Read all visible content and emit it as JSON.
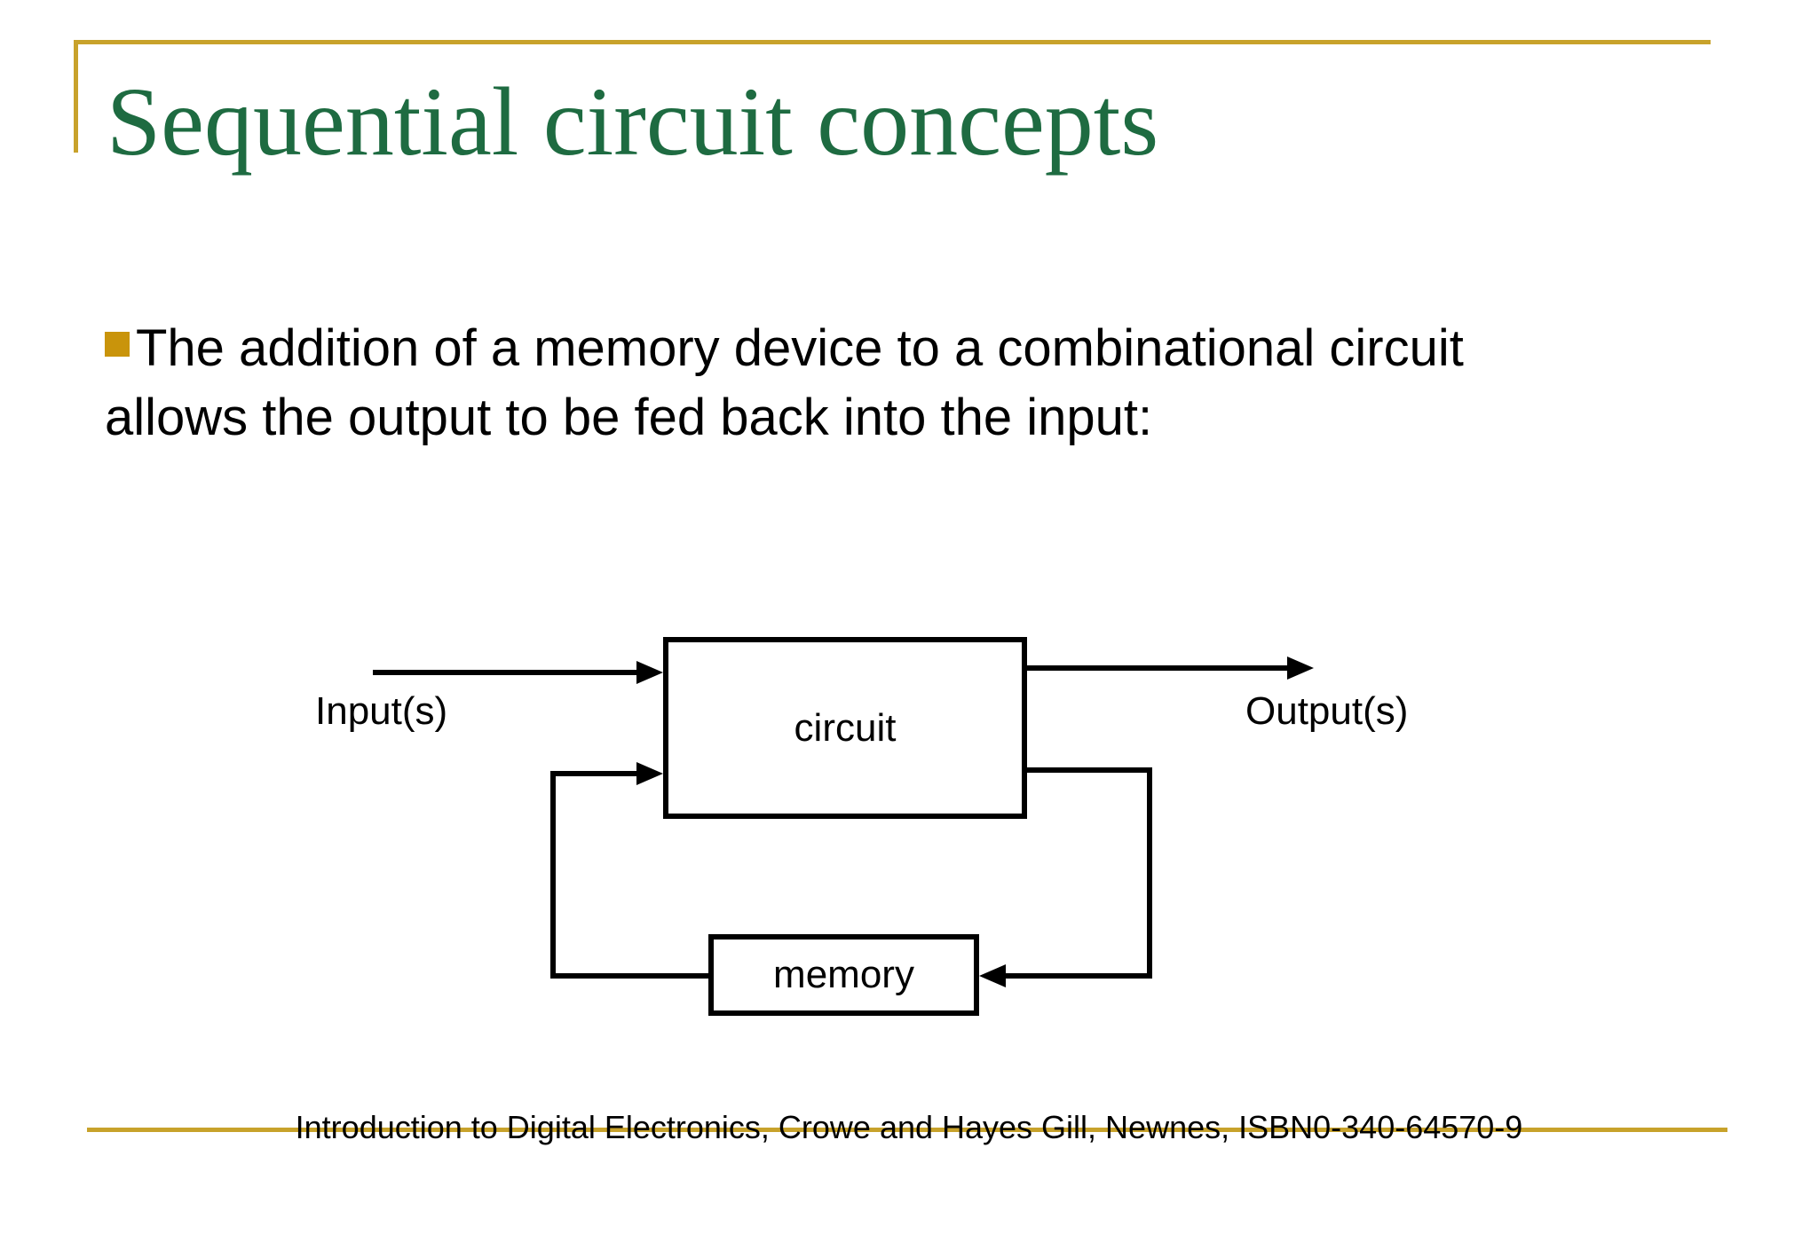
{
  "slide": {
    "title": "Sequential circuit concepts",
    "bullet": {
      "lines": [
        "The addition of a memory device to a combinational circuit",
        "allows the output to be fed back into the input:"
      ]
    },
    "diagram": {
      "circuit_label": "circuit",
      "memory_label": "memory",
      "input_label": "Input(s)",
      "output_label": "Output(s)"
    },
    "footer": "Introduction to Digital Electronics, Crowe and Hayes Gill, Newnes, ISBN0-340-64570-9",
    "colors": {
      "title_green": "#1E6B41",
      "gold_line": "#C8A22B",
      "gold_bullet": "#C9940B"
    }
  }
}
